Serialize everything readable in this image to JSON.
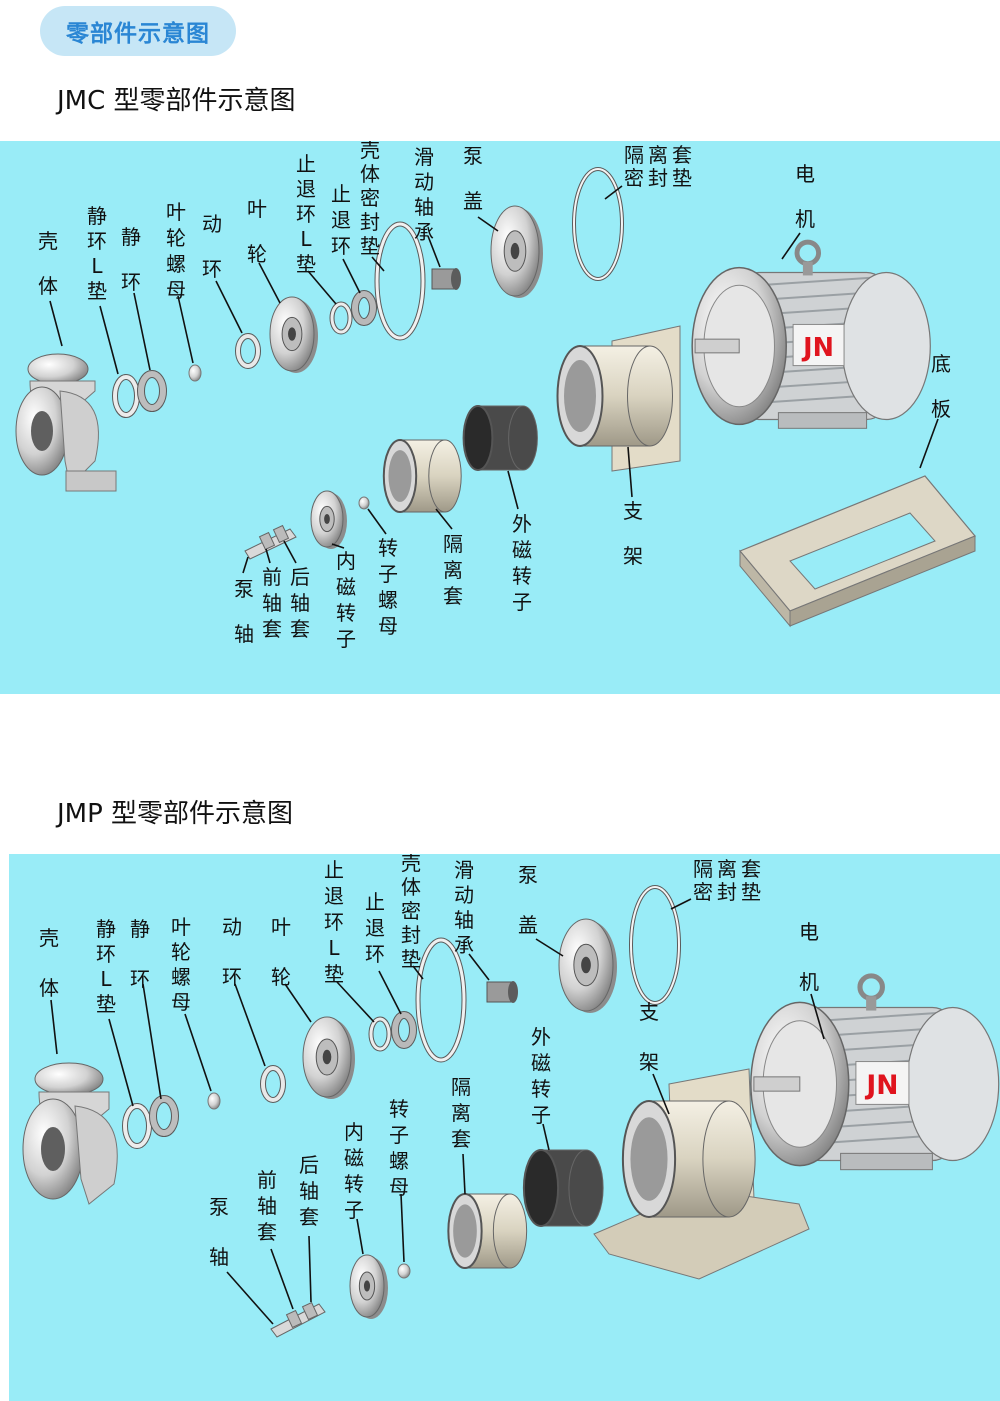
{
  "header": {
    "tag": "零部件示意图"
  },
  "sections": [
    {
      "title": "JMC 型零部件示意图",
      "parts": {
        "shell": [
          "壳",
          "体"
        ],
        "static_ring_l_gasket": [
          "静",
          "环",
          "L",
          "垫"
        ],
        "static_ring": [
          "静",
          "环"
        ],
        "impeller_nut": [
          "叶",
          "轮",
          "螺",
          "母"
        ],
        "moving_ring": [
          "动",
          "环"
        ],
        "impeller": [
          "叶",
          "轮"
        ],
        "stop_ring_l_gasket": [
          "止",
          "退",
          "环",
          "L",
          "垫"
        ],
        "stop_ring": [
          "止",
          "退",
          "环"
        ],
        "shell_seal_gasket": [
          "壳",
          "体",
          "密",
          "封",
          "垫"
        ],
        "sliding_bearing": [
          "滑",
          "动",
          "轴",
          "承"
        ],
        "pump_cover": [
          "泵",
          "盖"
        ],
        "isolation_seal_gasket": [
          "隔离套",
          "密封垫"
        ],
        "motor": [
          "电",
          "机"
        ],
        "base_plate": [
          "底",
          "板"
        ],
        "bracket": [
          "支",
          "架"
        ],
        "outer_magnetic_rotor": [
          "外",
          "磁",
          "转",
          "子"
        ],
        "isolation_sleeve": [
          "隔",
          "离",
          "套"
        ],
        "rotor_nut": [
          "转",
          "子",
          "螺",
          "母"
        ],
        "inner_magnetic_rotor": [
          "内",
          "磁",
          "转",
          "子"
        ],
        "rear_bushing": [
          "后",
          "轴",
          "套"
        ],
        "front_bushing": [
          "前",
          "轴",
          "套"
        ],
        "pump_shaft": [
          "泵",
          "轴"
        ]
      },
      "motor_badge": "JN"
    },
    {
      "title": "JMP 型零部件示意图",
      "parts": {
        "shell": [
          "壳",
          "体"
        ],
        "static_ring_l_gasket": [
          "静",
          "环",
          "L",
          "垫"
        ],
        "static_ring": [
          "静",
          "环"
        ],
        "impeller_nut": [
          "叶",
          "轮",
          "螺",
          "母"
        ],
        "moving_ring": [
          "动",
          "环"
        ],
        "impeller": [
          "叶",
          "轮"
        ],
        "stop_ring_l_gasket": [
          "止",
          "退",
          "环",
          "L",
          "垫"
        ],
        "stop_ring": [
          "止",
          "退",
          "环"
        ],
        "shell_seal_gasket": [
          "壳",
          "体",
          "密",
          "封",
          "垫"
        ],
        "sliding_bearing": [
          "滑",
          "动",
          "轴",
          "承"
        ],
        "pump_cover": [
          "泵",
          "盖"
        ],
        "isolation_seal_gasket": [
          "隔离套",
          "密封垫"
        ],
        "motor": [
          "电",
          "机"
        ],
        "bracket": [
          "支",
          "架"
        ],
        "outer_magnetic_rotor": [
          "外",
          "磁",
          "转",
          "子"
        ],
        "isolation_sleeve": [
          "隔",
          "离",
          "套"
        ],
        "rotor_nut": [
          "转",
          "子",
          "螺",
          "母"
        ],
        "inner_magnetic_rotor": [
          "内",
          "磁",
          "转",
          "子"
        ],
        "rear_bushing": [
          "后",
          "轴",
          "套"
        ],
        "front_bushing": [
          "前",
          "轴",
          "套"
        ],
        "pump_shaft": [
          "泵",
          "轴"
        ]
      },
      "motor_badge": "JN"
    }
  ]
}
